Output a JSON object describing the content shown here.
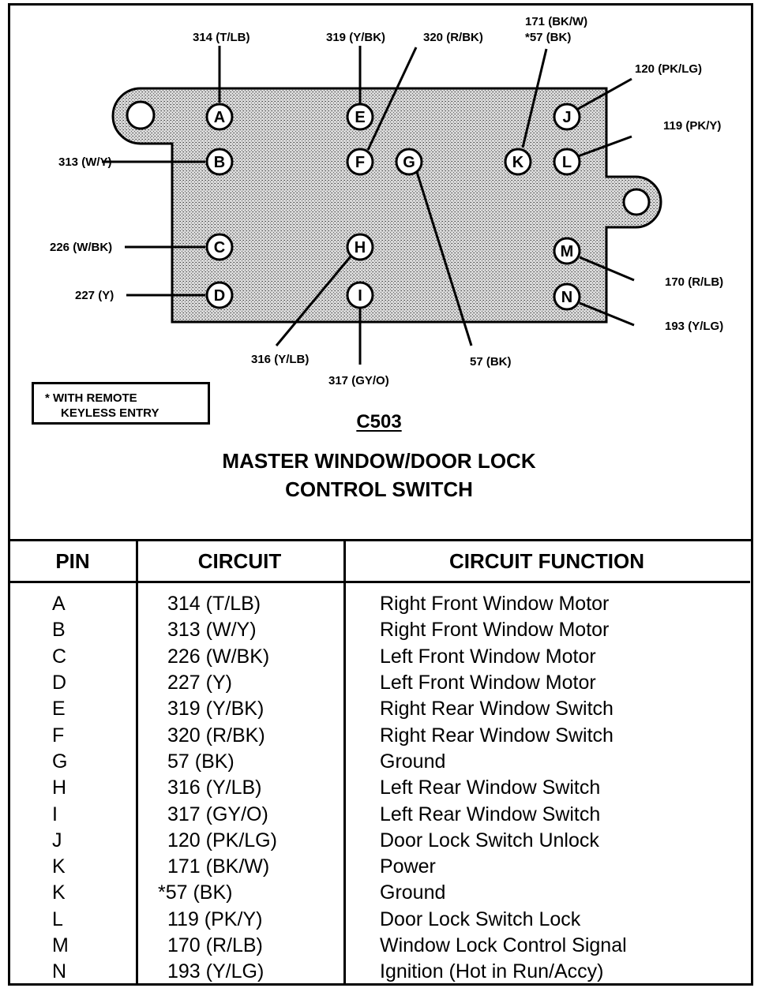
{
  "connector": {
    "id": "C503",
    "title_line1": "MASTER WINDOW/DOOR LOCK",
    "title_line2": "CONTROL SWITCH",
    "note_line1": "* WITH REMOTE",
    "note_line2": "KEYLESS ENTRY",
    "pins": [
      {
        "letter": "A",
        "label": "314 (T/LB)"
      },
      {
        "letter": "B",
        "label": "313 (W/Y)"
      },
      {
        "letter": "C",
        "label": "226 (W/BK)"
      },
      {
        "letter": "D",
        "label": "227 (Y)"
      },
      {
        "letter": "E",
        "label": "319 (Y/BK)"
      },
      {
        "letter": "F",
        "label": "320 (R/BK)"
      },
      {
        "letter": "G",
        "label": "57 (BK)"
      },
      {
        "letter": "H",
        "label": "316 (Y/LB)"
      },
      {
        "letter": "I",
        "label": "317 (GY/O)"
      },
      {
        "letter": "J",
        "label": "120 (PK/LG)"
      },
      {
        "letter": "K",
        "label": "171 (BK/W)",
        "label2": "*57 (BK)"
      },
      {
        "letter": "L",
        "label": "119 (PK/Y)"
      },
      {
        "letter": "M",
        "label": "170 (R/LB)"
      },
      {
        "letter": "N",
        "label": "193 (Y/LG)"
      }
    ]
  },
  "table": {
    "headers": [
      "PIN",
      "CIRCUIT",
      "CIRCUIT FUNCTION"
    ],
    "rows": [
      {
        "pin": "A",
        "circuit": "314 (T/LB)",
        "function": "Right Front Window Motor"
      },
      {
        "pin": "B",
        "circuit": "313 (W/Y)",
        "function": "Right Front Window Motor"
      },
      {
        "pin": "C",
        "circuit": "226 (W/BK)",
        "function": "Left Front Window Motor"
      },
      {
        "pin": "D",
        "circuit": "227 (Y)",
        "function": "Left Front Window Motor"
      },
      {
        "pin": "E",
        "circuit": "319 (Y/BK)",
        "function": "Right Rear Window Switch"
      },
      {
        "pin": "F",
        "circuit": "320 (R/BK)",
        "function": "Right Rear Window Switch"
      },
      {
        "pin": "G",
        "circuit": "57 (BK)",
        "function": "Ground"
      },
      {
        "pin": "H",
        "circuit": "316 (Y/LB)",
        "function": "Left Rear Window Switch"
      },
      {
        "pin": "I",
        "circuit": "317 (GY/O)",
        "function": "Left Rear Window Switch"
      },
      {
        "pin": "J",
        "circuit": "120 (PK/LG)",
        "function": "Door Lock Switch Unlock"
      },
      {
        "pin": "K",
        "circuit": "171 (BK/W)",
        "function": "Power"
      },
      {
        "pin": "K",
        "circuit": "*57 (BK)",
        "function": "Ground"
      },
      {
        "pin": "L",
        "circuit": "119 (PK/Y)",
        "function": "Door Lock Switch Lock"
      },
      {
        "pin": "M",
        "circuit": "170 (R/LB)",
        "function": "Window Lock Control Signal"
      },
      {
        "pin": "N",
        "circuit": "193 (Y/LG)",
        "function": "Ignition (Hot in Run/Accy)"
      }
    ]
  }
}
